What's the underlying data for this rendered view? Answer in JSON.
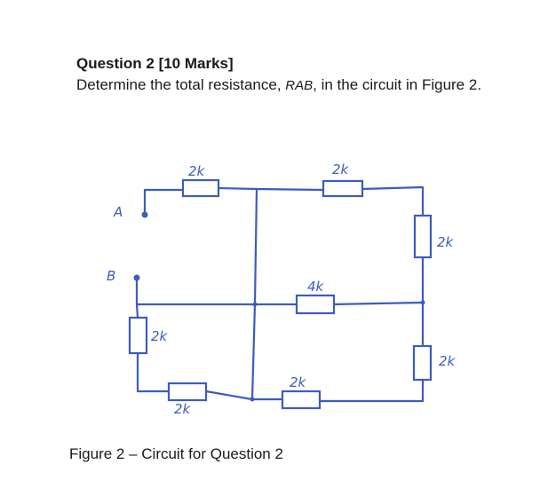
{
  "question": {
    "title": "Question 2 [10 Marks]",
    "text_before": "Determine the total resistance, ",
    "symbol": "RAB",
    "text_after": ", in the circuit in Figure 2."
  },
  "diagram": {
    "node_a": "A",
    "node_b": "B",
    "resistors": [
      {
        "label": "2k"
      },
      {
        "label": "2k"
      },
      {
        "label": "2k"
      },
      {
        "label": "4k"
      },
      {
        "label": "2k"
      },
      {
        "label": "2k"
      },
      {
        "label": "2k"
      },
      {
        "label": "2k"
      }
    ]
  },
  "caption": "Figure 2 – Circuit for Question 2"
}
